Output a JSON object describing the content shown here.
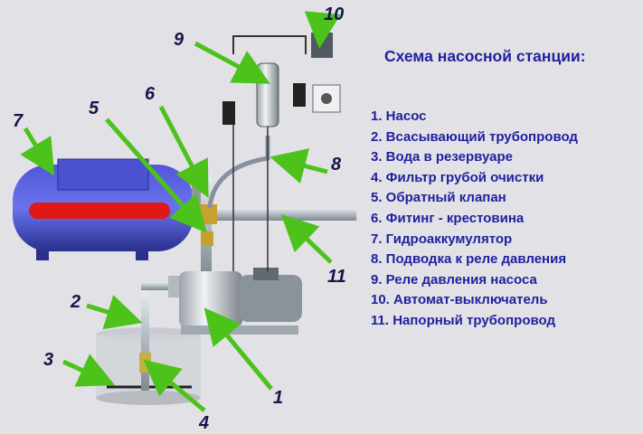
{
  "title": "Схема насосной станции:",
  "legend": [
    "1. Насос",
    "2. Всасывающий трубопровод",
    "3. Вода в резервуаре",
    "4. Фильтр грубой очистки",
    "5. Обратный клапан",
    "6. Фитинг - крестовина",
    "7. Гидроаккумулятор",
    "8. Подводка к реле давления",
    "9. Реле давления насоса",
    "10. Автомат-выключатель",
    "11. Напорный трубопровод"
  ],
  "callouts": [
    "1",
    "2",
    "3",
    "4",
    "5",
    "6",
    "7",
    "8",
    "9",
    "10",
    "11"
  ],
  "colors": {
    "text": "#1f1fa0",
    "arrow": "#4cc21a",
    "tank": "#3a45c8",
    "pipe": "#b8c0c8"
  }
}
